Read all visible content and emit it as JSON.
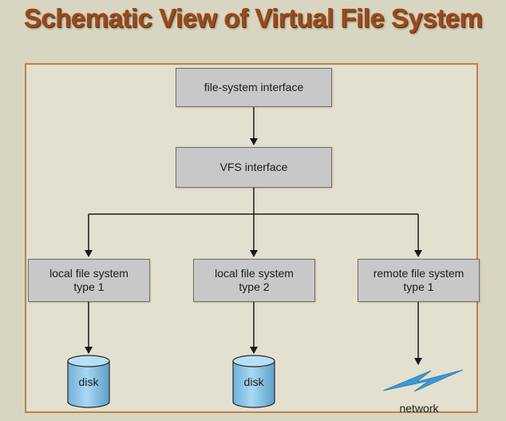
{
  "slide": {
    "title": "Schematic View of Virtual File System"
  },
  "diagram": {
    "boxes": {
      "fs_interface": "file-system interface",
      "vfs_interface": "VFS interface",
      "local_fs_1": "local file system\ntype 1",
      "local_fs_2": "local file system\ntype 2",
      "remote_fs_1": "remote file system\ntype 1"
    },
    "storage": {
      "disk_1": "disk",
      "disk_2": "disk",
      "network": "network"
    }
  },
  "colors": {
    "title": "#9a4a1a",
    "background": "#d8d5c0",
    "frame_border": "#b98452",
    "box_fill": "#c8c8c8",
    "disk_fill": "#8ec5e6",
    "network_bolt": "#3a9ad4"
  }
}
